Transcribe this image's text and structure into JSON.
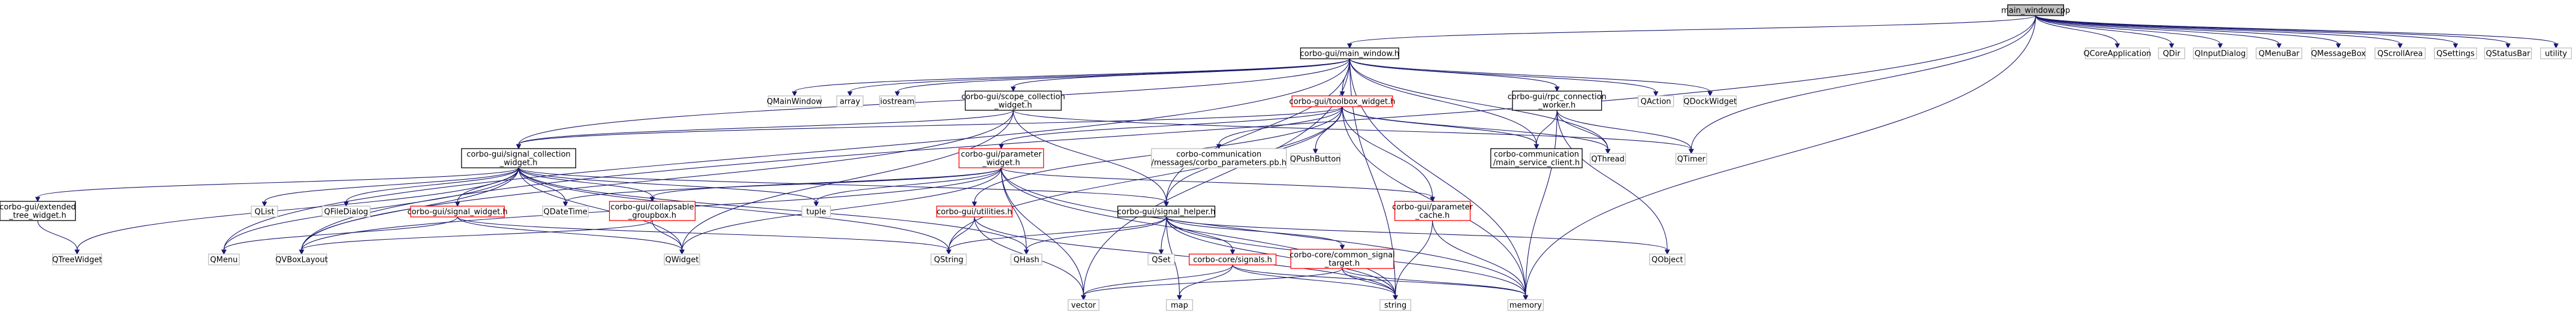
{
  "diagram": {
    "type": "include-dependency-graph",
    "colors": {
      "edge": "#191970",
      "root_fill": "#bfbfbf",
      "root_border": "#000000",
      "documented_border": "#000000",
      "undocumented_border": "#ff0000",
      "external_border": "#bfbfbf",
      "text": "#000000"
    },
    "nodes": [
      {
        "id": "main_window_cpp",
        "label": [
          "main_window.cpp"
        ],
        "kind": "root"
      },
      {
        "id": "main_window_h",
        "label": [
          "corbo-gui/main_window.h"
        ],
        "kind": "documented"
      },
      {
        "id": "QCoreApplication",
        "label": [
          "QCoreApplication"
        ],
        "kind": "external"
      },
      {
        "id": "QDir",
        "label": [
          "QDir"
        ],
        "kind": "external"
      },
      {
        "id": "QInputDialog",
        "label": [
          "QInputDialog"
        ],
        "kind": "external"
      },
      {
        "id": "QMenuBar",
        "label": [
          "QMenuBar"
        ],
        "kind": "external"
      },
      {
        "id": "QMessageBox",
        "label": [
          "QMessageBox"
        ],
        "kind": "external"
      },
      {
        "id": "QScrollArea",
        "label": [
          "QScrollArea"
        ],
        "kind": "external"
      },
      {
        "id": "QSettings",
        "label": [
          "QSettings"
        ],
        "kind": "external"
      },
      {
        "id": "QStatusBar",
        "label": [
          "QStatusBar"
        ],
        "kind": "external"
      },
      {
        "id": "utility",
        "label": [
          "utility"
        ],
        "kind": "external"
      },
      {
        "id": "QMainWindow",
        "label": [
          "QMainWindow"
        ],
        "kind": "external"
      },
      {
        "id": "array",
        "label": [
          "array"
        ],
        "kind": "external"
      },
      {
        "id": "iostream",
        "label": [
          "iostream"
        ],
        "kind": "external"
      },
      {
        "id": "scope_collection_widget_h",
        "label": [
          "corbo-gui/scope_collection",
          "_widget.h"
        ],
        "kind": "documented"
      },
      {
        "id": "toolbox_widget_h",
        "label": [
          "corbo-gui/toolbox_widget.h"
        ],
        "kind": "undocumented"
      },
      {
        "id": "rpc_connection_worker_h",
        "label": [
          "corbo-gui/rpc_connection",
          "_worker.h"
        ],
        "kind": "documented"
      },
      {
        "id": "QAction",
        "label": [
          "QAction"
        ],
        "kind": "external"
      },
      {
        "id": "QDockWidget",
        "label": [
          "QDockWidget"
        ],
        "kind": "external"
      },
      {
        "id": "signal_collection_widget_h",
        "label": [
          "corbo-gui/signal_collection",
          "_widget.h"
        ],
        "kind": "documented"
      },
      {
        "id": "parameter_widget_h",
        "label": [
          "corbo-gui/parameter",
          "_widget.h"
        ],
        "kind": "undocumented"
      },
      {
        "id": "corbo_parameters_pb_h",
        "label": [
          "corbo-communication",
          "/messages/corbo_parameters.pb.h"
        ],
        "kind": "external"
      },
      {
        "id": "QPushButton",
        "label": [
          "QPushButton"
        ],
        "kind": "external"
      },
      {
        "id": "main_service_client_h",
        "label": [
          "corbo-communication",
          "/main_service_client.h"
        ],
        "kind": "documented"
      },
      {
        "id": "QThread",
        "label": [
          "QThread"
        ],
        "kind": "external"
      },
      {
        "id": "QTimer",
        "label": [
          "QTimer"
        ],
        "kind": "external"
      },
      {
        "id": "extended_tree_widget_h",
        "label": [
          "corbo-gui/extended",
          "_tree_widget.h"
        ],
        "kind": "documented"
      },
      {
        "id": "QList",
        "label": [
          "QList"
        ],
        "kind": "external"
      },
      {
        "id": "QFileDialog",
        "label": [
          "QFileDialog"
        ],
        "kind": "external"
      },
      {
        "id": "signal_widget_h",
        "label": [
          "corbo-gui/signal_widget.h"
        ],
        "kind": "undocumented"
      },
      {
        "id": "QDateTime",
        "label": [
          "QDateTime"
        ],
        "kind": "external"
      },
      {
        "id": "collapsable_groupbox_h",
        "label": [
          "corbo-gui/collapsable",
          "_groupbox.h"
        ],
        "kind": "undocumented"
      },
      {
        "id": "tuple",
        "label": [
          "tuple"
        ],
        "kind": "external"
      },
      {
        "id": "utilities_h",
        "label": [
          "corbo-gui/utilities.h"
        ],
        "kind": "undocumented"
      },
      {
        "id": "signal_helper_h",
        "label": [
          "corbo-gui/signal_helper.h"
        ],
        "kind": "documented"
      },
      {
        "id": "parameter_cache_h",
        "label": [
          "corbo-gui/parameter",
          "_cache.h"
        ],
        "kind": "undocumented"
      },
      {
        "id": "QObject",
        "label": [
          "QObject"
        ],
        "kind": "external"
      },
      {
        "id": "QTreeWidget",
        "label": [
          "QTreeWidget"
        ],
        "kind": "external"
      },
      {
        "id": "QMenu",
        "label": [
          "QMenu"
        ],
        "kind": "external"
      },
      {
        "id": "QVBoxLayout",
        "label": [
          "QVBoxLayout"
        ],
        "kind": "external"
      },
      {
        "id": "QWidget",
        "label": [
          "QWidget"
        ],
        "kind": "external"
      },
      {
        "id": "QString",
        "label": [
          "QString"
        ],
        "kind": "external"
      },
      {
        "id": "QHash",
        "label": [
          "QHash"
        ],
        "kind": "external"
      },
      {
        "id": "QSet",
        "label": [
          "QSet"
        ],
        "kind": "external"
      },
      {
        "id": "signals_h",
        "label": [
          "corbo-core/signals.h"
        ],
        "kind": "undocumented"
      },
      {
        "id": "common_signal_target_h",
        "label": [
          "corbo-core/common_signal",
          "_target.h"
        ],
        "kind": "undocumented"
      },
      {
        "id": "vector",
        "label": [
          "vector"
        ],
        "kind": "external"
      },
      {
        "id": "map",
        "label": [
          "map"
        ],
        "kind": "external"
      },
      {
        "id": "string",
        "label": [
          "string"
        ],
        "kind": "external"
      },
      {
        "id": "memory",
        "label": [
          "memory"
        ],
        "kind": "external"
      }
    ],
    "edges": [
      [
        "main_window_cpp",
        "main_window_h"
      ],
      [
        "main_window_cpp",
        "QCoreApplication"
      ],
      [
        "main_window_cpp",
        "QDir"
      ],
      [
        "main_window_cpp",
        "QInputDialog"
      ],
      [
        "main_window_cpp",
        "QMenuBar"
      ],
      [
        "main_window_cpp",
        "QMessageBox"
      ],
      [
        "main_window_cpp",
        "QScrollArea"
      ],
      [
        "main_window_cpp",
        "QSettings"
      ],
      [
        "main_window_cpp",
        "QStatusBar"
      ],
      [
        "main_window_cpp",
        "utility"
      ],
      [
        "main_window_cpp",
        "QTimer"
      ],
      [
        "main_window_cpp",
        "memory"
      ],
      [
        "main_window_cpp",
        "QVBoxLayout"
      ],
      [
        "main_window_h",
        "QMainWindow"
      ],
      [
        "main_window_h",
        "array"
      ],
      [
        "main_window_h",
        "iostream"
      ],
      [
        "main_window_h",
        "scope_collection_widget_h"
      ],
      [
        "main_window_h",
        "toolbox_widget_h"
      ],
      [
        "main_window_h",
        "rpc_connection_worker_h"
      ],
      [
        "main_window_h",
        "QAction"
      ],
      [
        "main_window_h",
        "QDockWidget"
      ],
      [
        "main_window_h",
        "signal_collection_widget_h"
      ],
      [
        "main_window_h",
        "main_service_client_h"
      ],
      [
        "main_window_h",
        "QThread"
      ],
      [
        "main_window_h",
        "signal_helper_h"
      ],
      [
        "main_window_h",
        "QMenu"
      ],
      [
        "main_window_h",
        "vector"
      ],
      [
        "main_window_h",
        "string"
      ],
      [
        "main_window_h",
        "memory"
      ],
      [
        "scope_collection_widget_h",
        "signal_collection_widget_h"
      ],
      [
        "scope_collection_widget_h",
        "signal_helper_h"
      ],
      [
        "scope_collection_widget_h",
        "QWidget"
      ],
      [
        "scope_collection_widget_h",
        "QVBoxLayout"
      ],
      [
        "scope_collection_widget_h",
        "QTimer"
      ],
      [
        "toolbox_widget_h",
        "parameter_widget_h"
      ],
      [
        "toolbox_widget_h",
        "corbo_parameters_pb_h"
      ],
      [
        "toolbox_widget_h",
        "QPushButton"
      ],
      [
        "toolbox_widget_h",
        "main_service_client_h"
      ],
      [
        "toolbox_widget_h",
        "signal_collection_widget_h"
      ],
      [
        "toolbox_widget_h",
        "signal_helper_h"
      ],
      [
        "toolbox_widget_h",
        "parameter_cache_h"
      ],
      [
        "toolbox_widget_h",
        "utilities_h"
      ],
      [
        "toolbox_widget_h",
        "QString"
      ],
      [
        "toolbox_widget_h",
        "QThread"
      ],
      [
        "toolbox_widget_h",
        "memory"
      ],
      [
        "rpc_connection_worker_h",
        "main_service_client_h"
      ],
      [
        "rpc_connection_worker_h",
        "QThread"
      ],
      [
        "rpc_connection_worker_h",
        "QTimer"
      ],
      [
        "rpc_connection_worker_h",
        "QObject"
      ],
      [
        "rpc_connection_worker_h",
        "memory"
      ],
      [
        "signal_collection_widget_h",
        "extended_tree_widget_h"
      ],
      [
        "signal_collection_widget_h",
        "QList"
      ],
      [
        "signal_collection_widget_h",
        "QFileDialog"
      ],
      [
        "signal_collection_widget_h",
        "signal_widget_h"
      ],
      [
        "signal_collection_widget_h",
        "QDateTime"
      ],
      [
        "signal_collection_widget_h",
        "collapsable_groupbox_h"
      ],
      [
        "signal_collection_widget_h",
        "tuple"
      ],
      [
        "signal_collection_widget_h",
        "signal_helper_h"
      ],
      [
        "signal_collection_widget_h",
        "QTreeWidget"
      ],
      [
        "signal_collection_widget_h",
        "QMenu"
      ],
      [
        "signal_collection_widget_h",
        "QVBoxLayout"
      ],
      [
        "signal_collection_widget_h",
        "QWidget"
      ],
      [
        "signal_collection_widget_h",
        "QString"
      ],
      [
        "signal_collection_widget_h",
        "QHash"
      ],
      [
        "parameter_widget_h",
        "collapsable_groupbox_h"
      ],
      [
        "parameter_widget_h",
        "tuple"
      ],
      [
        "parameter_widget_h",
        "parameter_cache_h"
      ],
      [
        "parameter_widget_h",
        "QDateTime"
      ],
      [
        "parameter_widget_h",
        "QVBoxLayout"
      ],
      [
        "parameter_widget_h",
        "QWidget"
      ],
      [
        "parameter_widget_h",
        "QHash"
      ],
      [
        "parameter_widget_h",
        "vector"
      ],
      [
        "parameter_widget_h",
        "string"
      ],
      [
        "parameter_widget_h",
        "memory"
      ],
      [
        "extended_tree_widget_h",
        "QTreeWidget"
      ],
      [
        "signal_widget_h",
        "QMenu"
      ],
      [
        "signal_widget_h",
        "QWidget"
      ],
      [
        "signal_widget_h",
        "QString"
      ],
      [
        "collapsable_groupbox_h",
        "QVBoxLayout"
      ],
      [
        "collapsable_groupbox_h",
        "QWidget"
      ],
      [
        "utilities_h",
        "QString"
      ],
      [
        "utilities_h",
        "vector"
      ],
      [
        "utilities_h",
        "string"
      ],
      [
        "signal_helper_h",
        "QObject"
      ],
      [
        "signal_helper_h",
        "QSet"
      ],
      [
        "signal_helper_h",
        "signals_h"
      ],
      [
        "signal_helper_h",
        "common_signal_target_h"
      ],
      [
        "signal_helper_h",
        "QString"
      ],
      [
        "signal_helper_h",
        "QHash"
      ],
      [
        "signal_helper_h",
        "map"
      ],
      [
        "signal_helper_h",
        "string"
      ],
      [
        "signal_helper_h",
        "memory"
      ],
      [
        "parameter_cache_h",
        "string"
      ],
      [
        "parameter_cache_h",
        "memory"
      ],
      [
        "signals_h",
        "vector"
      ],
      [
        "signals_h",
        "map"
      ],
      [
        "signals_h",
        "string"
      ],
      [
        "signals_h",
        "memory"
      ],
      [
        "common_signal_target_h",
        "vector"
      ],
      [
        "common_signal_target_h",
        "string"
      ],
      [
        "common_signal_target_h",
        "memory"
      ]
    ]
  }
}
